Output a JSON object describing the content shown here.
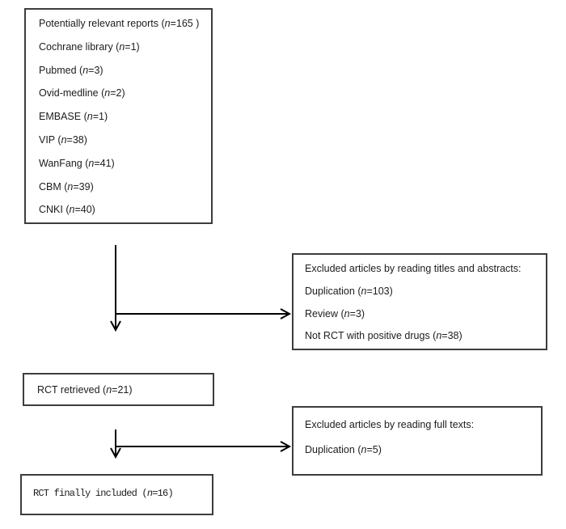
{
  "diagram": {
    "boxes": {
      "sources": {
        "lines": [
          "Potentially relevant reports (n=165 )",
          "Cochrane library (n=1)",
          "Pubmed (n=3)",
          "Ovid-medline (n=2)",
          "EMBASE (n=1)",
          "VIP (n=38)",
          "WanFang (n=41)",
          "CBM (n=39)",
          "CNKI (n=40)"
        ]
      },
      "excluded_titles": {
        "lines": [
          "Excluded articles by reading titles and abstracts:",
          "Duplication (n=103)",
          "Review (n=3)",
          "Not RCT with positive drugs (n=38)"
        ]
      },
      "retrieved": {
        "lines": [
          "RCT retrieved (n=21)"
        ]
      },
      "excluded_fulltext": {
        "lines": [
          "Excluded articles by reading full texts:",
          "Duplication (n=5)"
        ]
      },
      "included": {
        "lines": [
          "RCT finally included (n=16)"
        ]
      }
    }
  },
  "colors": {
    "border": "#3d3d3d",
    "text": "#1c1c1c",
    "arrow": "#000000",
    "background": "#ffffff"
  }
}
